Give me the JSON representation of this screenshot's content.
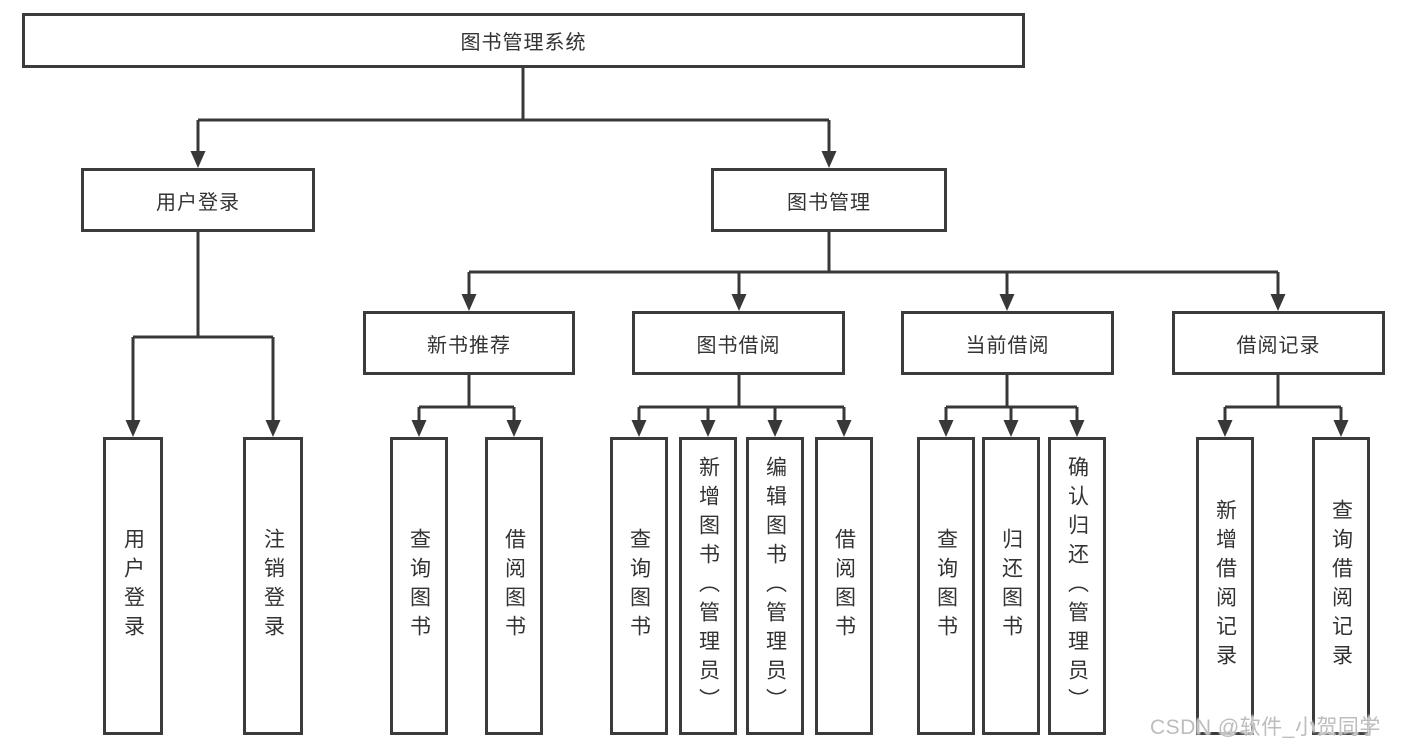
{
  "colors": {
    "line": "#383838",
    "box_border": "#3b3b3b",
    "box_fill": "#ffffff",
    "text": "#333333",
    "background": "#ffffff",
    "watermark": "#bdbdbd"
  },
  "watermark": {
    "text": "CSDN @软件_小贺同学"
  },
  "diagram": {
    "title": "图书管理系统",
    "branches": [
      {
        "label": "用户登录",
        "children": [
          {
            "label": "用户登录"
          },
          {
            "label": "注销登录"
          }
        ]
      },
      {
        "label": "图书管理",
        "children": [
          {
            "label": "新书推荐",
            "children": [
              {
                "label": "查询图书"
              },
              {
                "label": "借阅图书"
              }
            ]
          },
          {
            "label": "图书借阅",
            "children": [
              {
                "label": "查询图书"
              },
              {
                "label": "新增图书（管理员）"
              },
              {
                "label": "编辑图书（管理员）"
              },
              {
                "label": "借阅图书"
              }
            ]
          },
          {
            "label": "当前借阅",
            "children": [
              {
                "label": "查询图书"
              },
              {
                "label": "归还图书"
              },
              {
                "label": "确认归还（管理员）"
              }
            ]
          },
          {
            "label": "借阅记录",
            "children": [
              {
                "label": "新增借阅记录"
              },
              {
                "label": "查询借阅记录"
              }
            ]
          }
        ]
      }
    ]
  }
}
